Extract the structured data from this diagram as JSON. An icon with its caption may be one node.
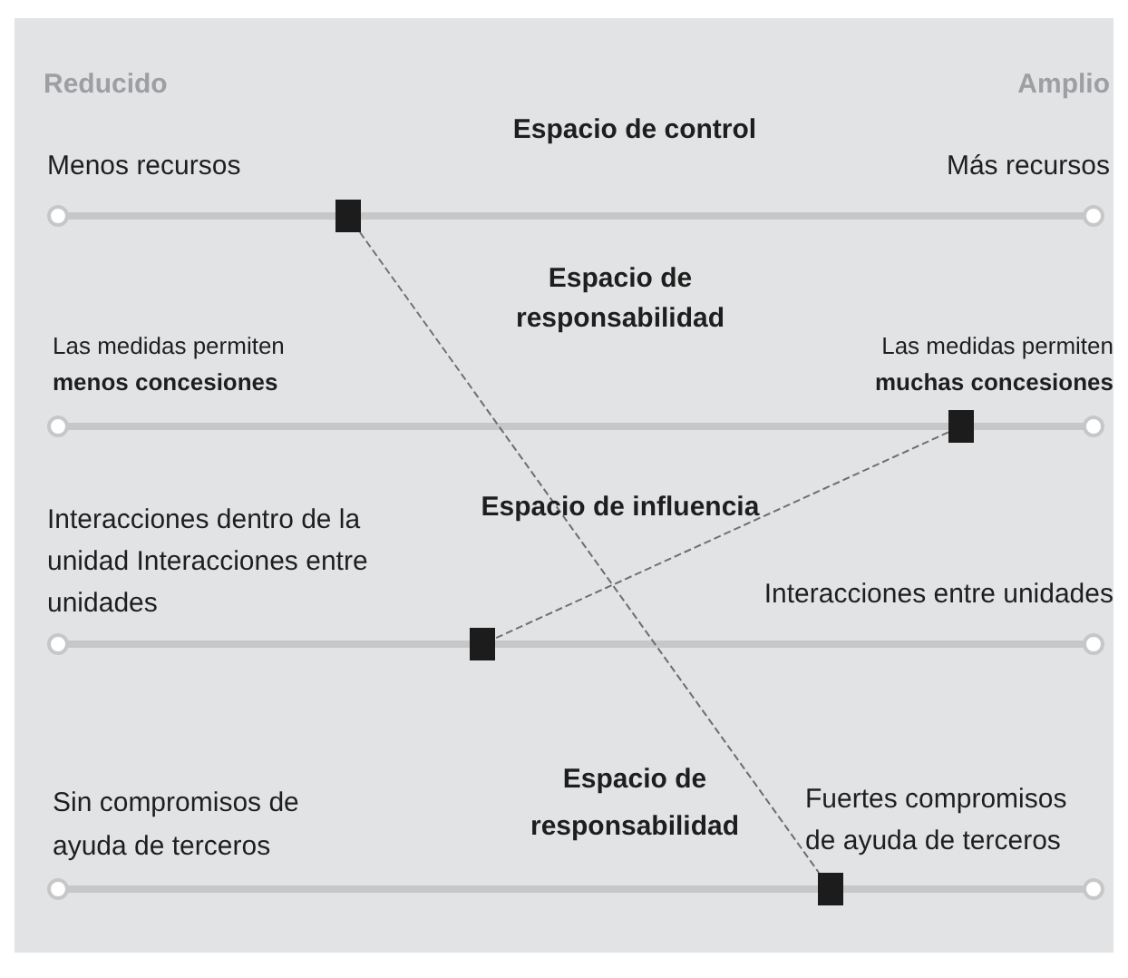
{
  "diagram": {
    "nodes": [
      {
        "text": [],
        "shape": "bar"
      },
      {
        "text": [],
        "shape": "bar"
      },
      {
        "text": [],
        "shape": "bar"
      },
      {
        "text": [],
        "shape": "bar"
      }
    ],
    "edges": [
      {
        "from": 0,
        "to": 3,
        "arrow": "none",
        "style": "dashed"
      },
      {
        "from": 1,
        "to": 2,
        "arrow": "none",
        "style": "dashed"
      }
    ],
    "labels": [
      "Reducido",
      "Amplio",
      "Espacio de control",
      "Menos recursos",
      "Más recursos",
      "Espacio de responsabilidad",
      "Las medidas permiten **menos concesiones**",
      "Las medidas permiten **muchas concesiones**",
      "Espacio de influencia",
      "Interacciones dentro de la unidad Interacciones entre unidades",
      "Interacciones entre unidades",
      "Sin compromisos de ayuda de terceros",
      "Espacio de responsabilidad",
      "Fuertes compromisos de ayuda de terceros"
    ]
  }
}
